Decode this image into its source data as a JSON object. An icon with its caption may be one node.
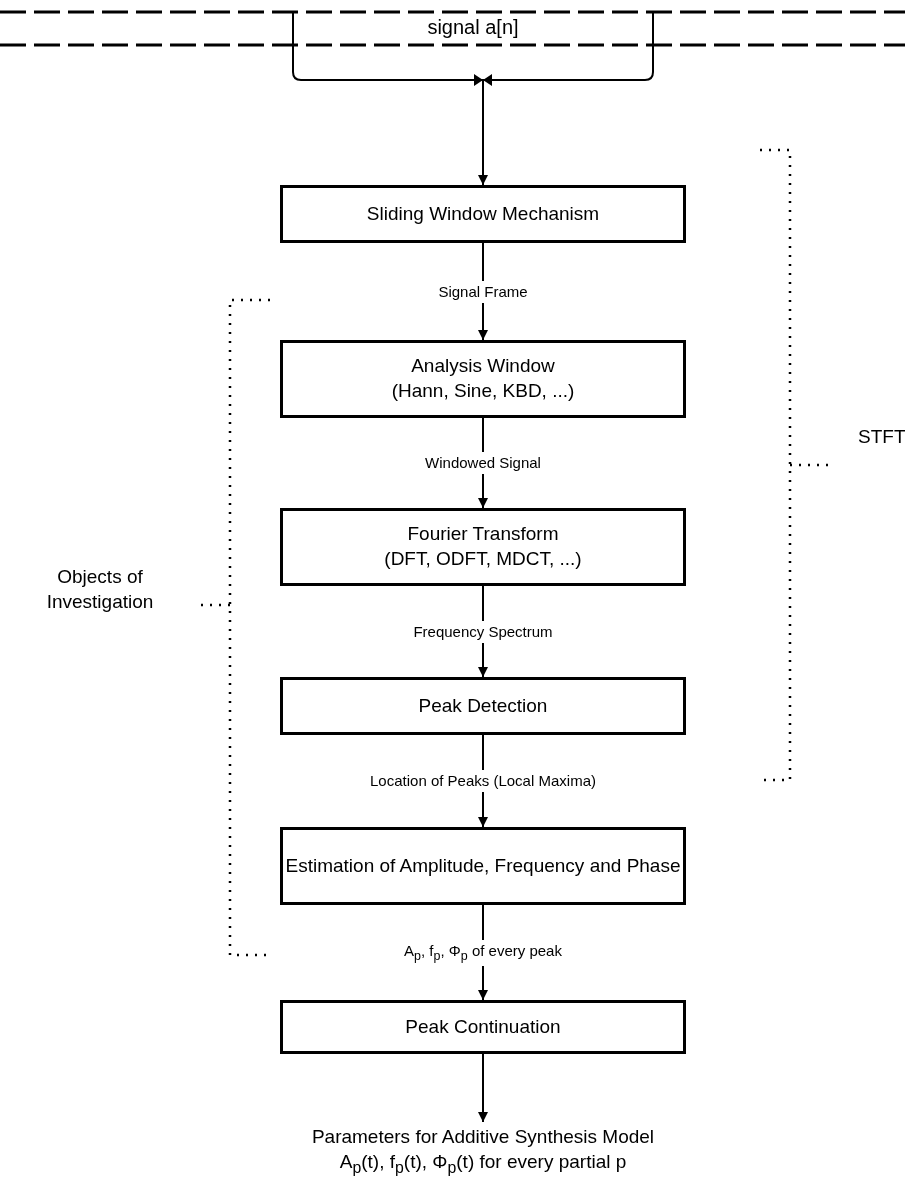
{
  "diagram": {
    "nodes": [
      {
        "text": [
          "signal a[n]"
        ]
      },
      {
        "text": [
          "Sliding Window Mechanism"
        ]
      },
      {
        "text": [
          "Analysis Window",
          "(Hann, Sine, KBD, ...)"
        ]
      },
      {
        "text": [
          "Fourier Transform",
          "(DFT, ODFT, MDCT, ...)"
        ]
      },
      {
        "text": [
          "Peak Detection"
        ]
      },
      {
        "text": [
          "Estimation of Amplitude, Frequency and Phase"
        ]
      },
      {
        "text": [
          "Peak Continuation"
        ]
      },
      {
        "text": [
          "Parameters for Additive Synthesis Model",
          "A$_{p}$(t), f$_{p}$(t), Φ$_{p}$(t) for every partial p"
        ]
      }
    ],
    "edges": [
      {
        "from": 0,
        "to": 1,
        "arrow": "to"
      },
      {
        "from": 1,
        "to": 2,
        "arrow": "to",
        "label": "Signal Frame"
      },
      {
        "from": 2,
        "to": 3,
        "arrow": "to",
        "label": "Windowed Signal"
      },
      {
        "from": 3,
        "to": 4,
        "arrow": "to",
        "label": "Frequency Spectrum"
      },
      {
        "from": 4,
        "to": 5,
        "arrow": "to",
        "label": "Location of Peaks (Local Maxima)"
      },
      {
        "from": 5,
        "to": 6,
        "arrow": "to",
        "label": "A$_{p}$, f$_{p}$, Φ$_{p}$ of every peak"
      },
      {
        "from": 6,
        "to": 7,
        "arrow": "to"
      }
    ],
    "labels": [
      "STFT",
      "Objects of Investigation"
    ]
  }
}
